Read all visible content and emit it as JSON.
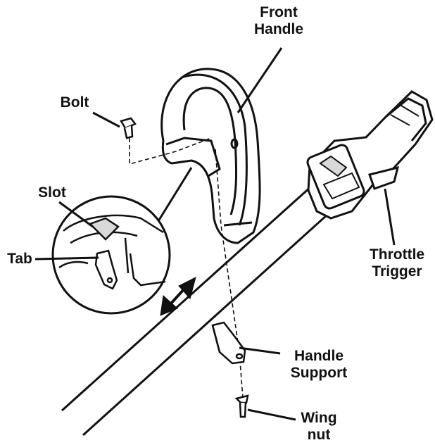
{
  "labels": {
    "front_handle": [
      "Front",
      "Handle"
    ],
    "bolt": "Bolt",
    "slot": "Slot",
    "tab": "Tab",
    "throttle_trigger": [
      "Throttle",
      "Trigger"
    ],
    "handle_support": [
      "Handle",
      "Support"
    ],
    "wing_nut": [
      "Wing",
      "nut"
    ]
  },
  "colors": {
    "ink": "#111111",
    "fill": "#ffffff",
    "shade": "#d9d9d9"
  }
}
